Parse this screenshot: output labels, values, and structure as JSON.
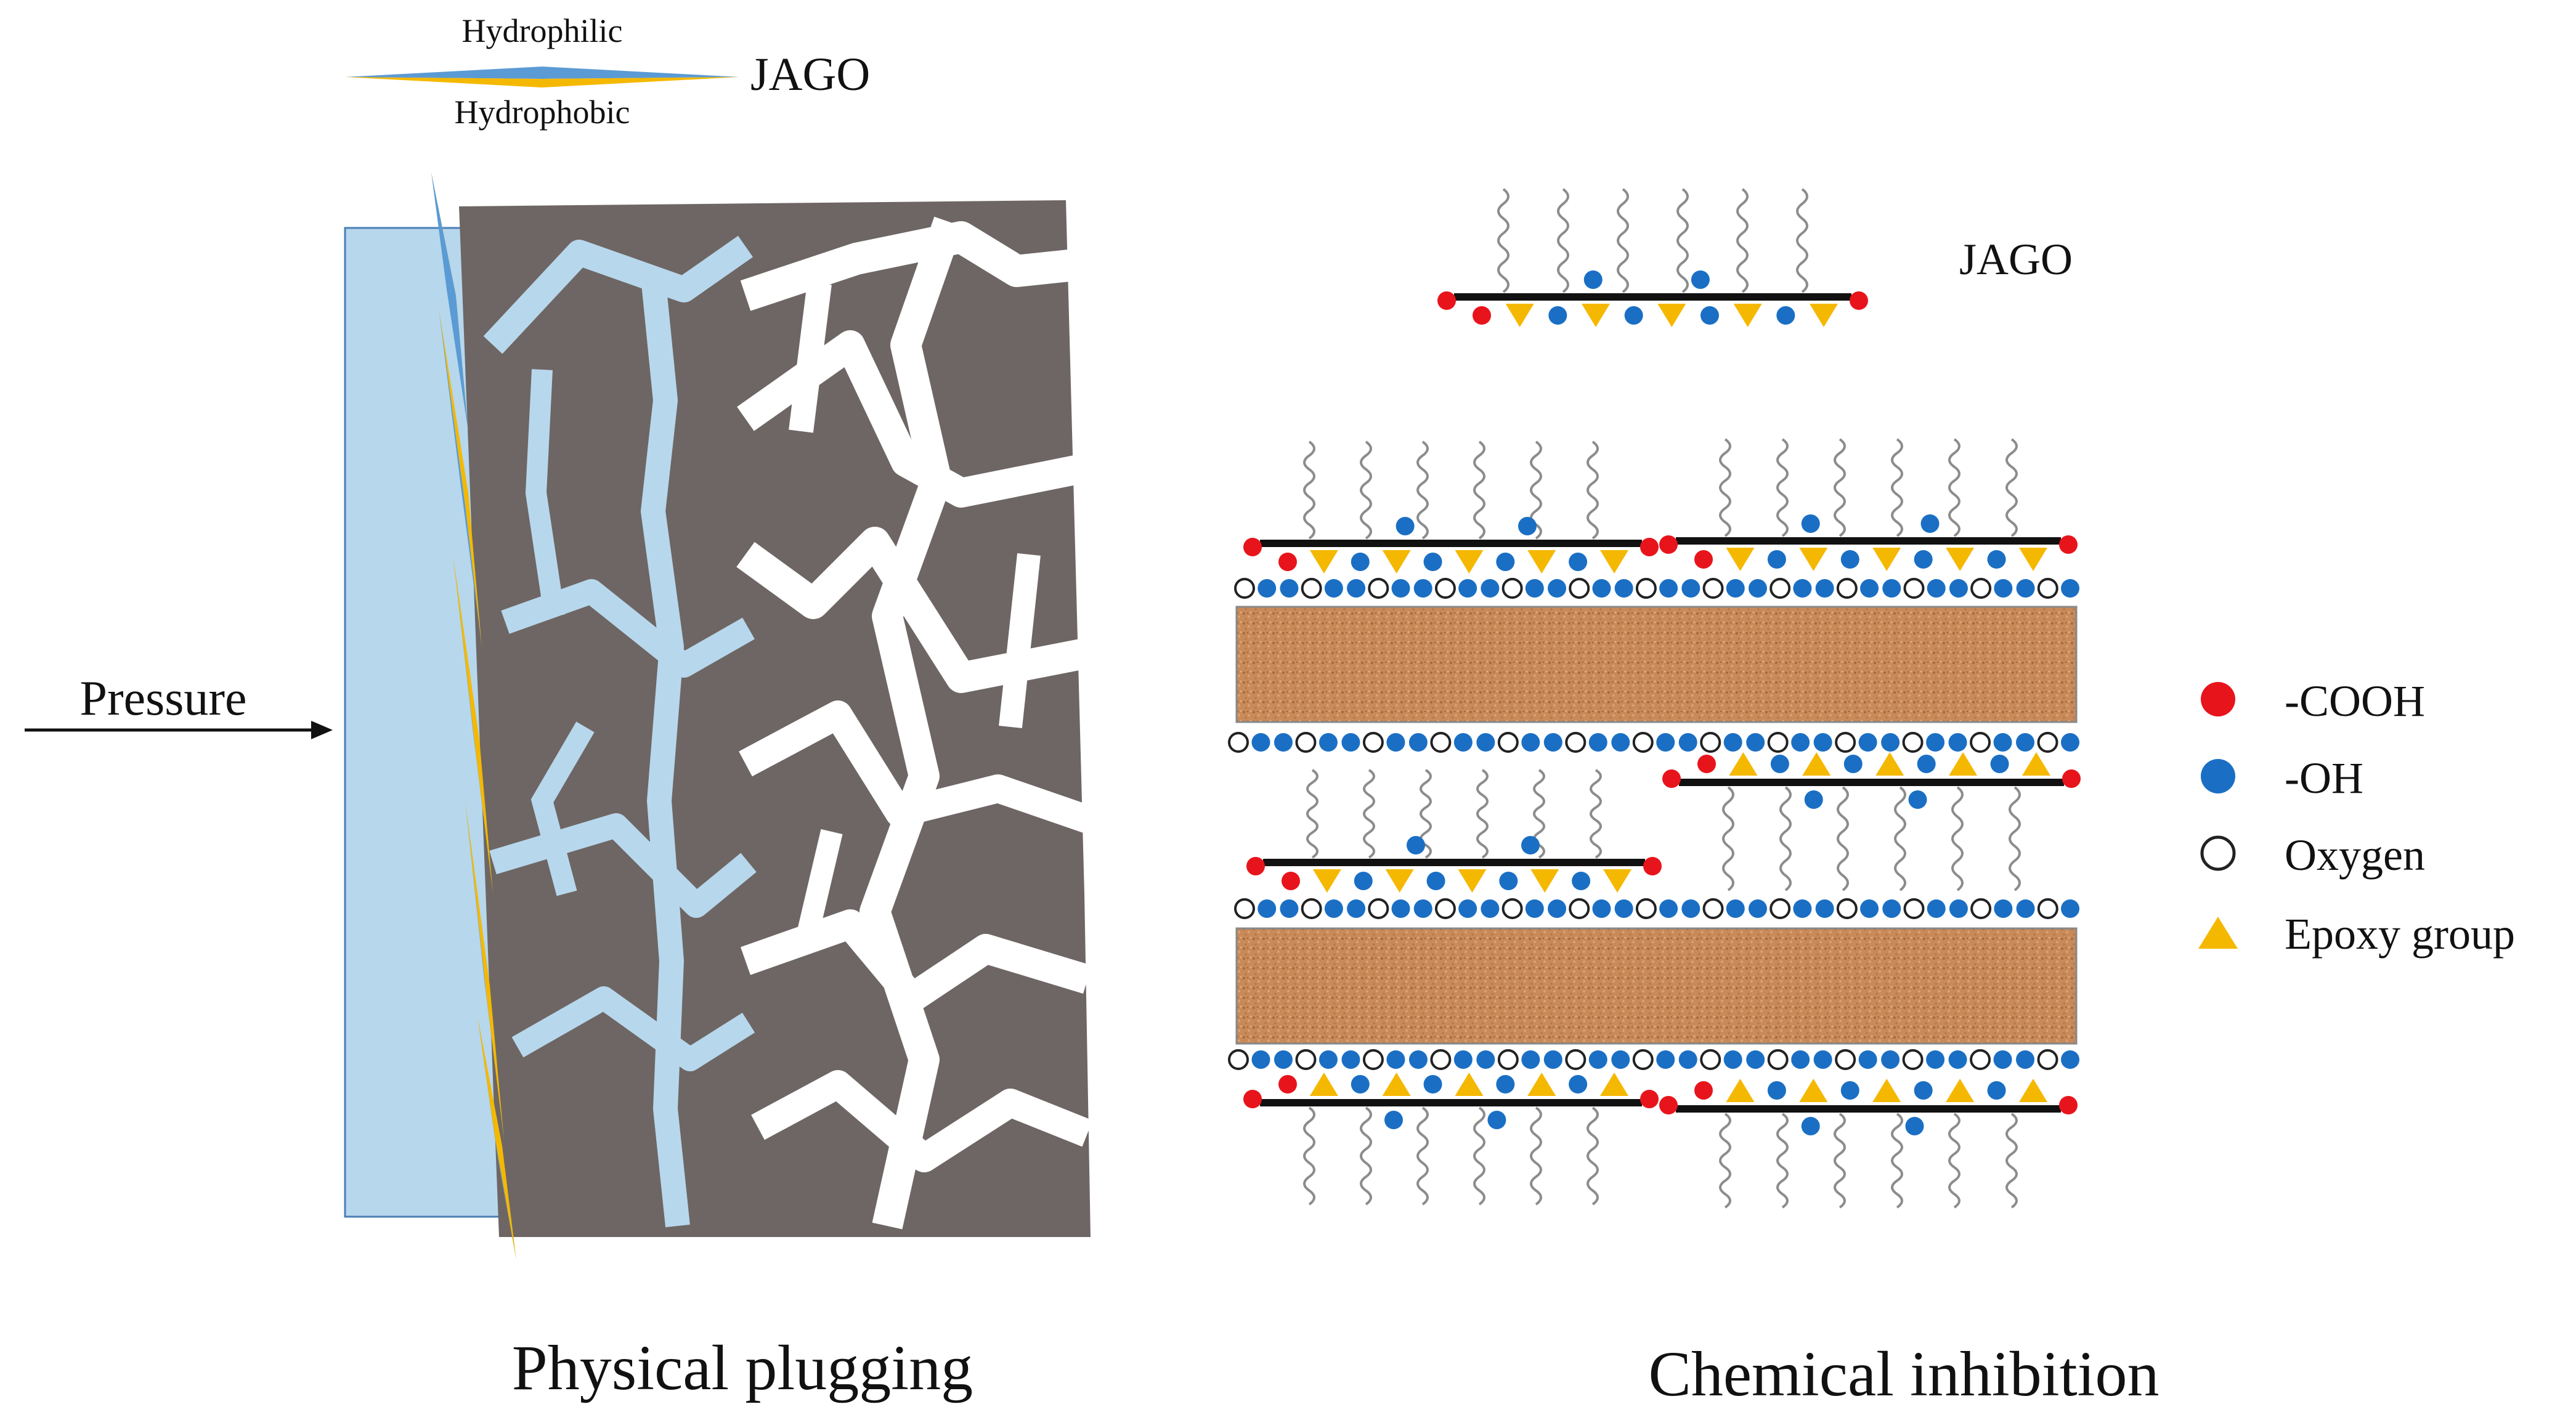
{
  "jago_legend": {
    "top_label": "Hydrophilic",
    "bottom_label": "Hydrophobic",
    "name": "JAGO",
    "colors": {
      "hydrophilic": "#5B9BD5",
      "hydrophobic": "#F5B800"
    }
  },
  "physical": {
    "pressure_label": "Pressure",
    "caption": "Physical plugging",
    "colors": {
      "water": "#B7D7EC",
      "rock": "#6E6664",
      "outline": "#4A7FB5"
    }
  },
  "chemical": {
    "jago_label": "JAGO",
    "caption": "Chemical inhibition",
    "colors": {
      "clay": "#C98A5A",
      "sheet": "#111111",
      "chain": "#8C8C8C"
    }
  },
  "legend": {
    "items": [
      {
        "label": "-COOH",
        "marker": "red-dot",
        "color": "#E8141C"
      },
      {
        "label": "-OH",
        "marker": "blue-dot",
        "color": "#1A6FC4"
      },
      {
        "label": "Oxygen",
        "marker": "open-circle",
        "color": "#222222"
      },
      {
        "label": "Epoxy group",
        "marker": "yellow-triangle",
        "color": "#F5B800"
      }
    ]
  }
}
